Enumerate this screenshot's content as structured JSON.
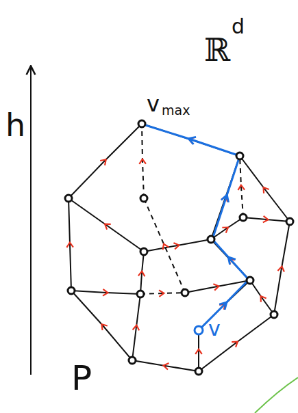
{
  "diagram": {
    "labels": [
      "ℝ",
      "d",
      "v",
      "max",
      "h",
      "P",
      "v"
    ]
  }
}
